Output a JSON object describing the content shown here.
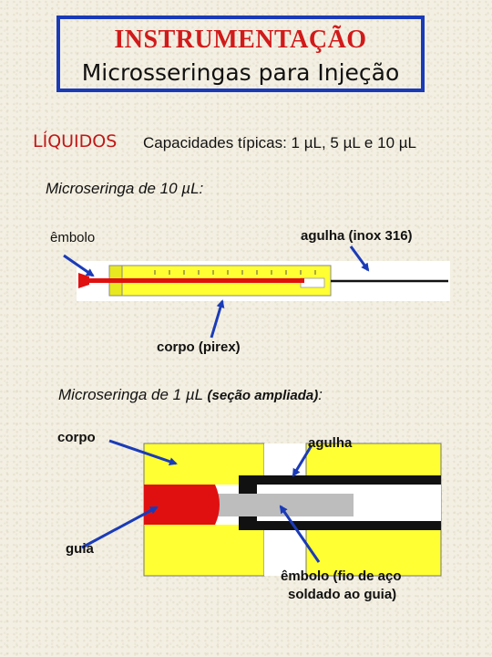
{
  "header": {
    "title": "INSTRUMENTAÇÃO",
    "subtitle": "Microsseringas para Injeção"
  },
  "liquids": {
    "heading": "LÍQUIDOS",
    "capacities": "Capacidades típicas: 1 µL, 5 µL e 10 µL"
  },
  "syringe10": {
    "heading": "Microseringa de 10 µL:",
    "labels": {
      "plunger": "êmbolo",
      "needle": "agulha (inox 316)",
      "body": "corpo (pirex)"
    }
  },
  "syringe1": {
    "heading": "Microseringa de 1 µL",
    "heading_note": "(seção ampliada)",
    "heading_colon": ":",
    "labels": {
      "body": "corpo",
      "needle": "agulha",
      "guide": "guia",
      "plunger_line1": "êmbolo (fio de aço",
      "plunger_line2": "soldado ao guia)"
    }
  },
  "colors": {
    "frame": "#1a3bb8",
    "title": "#d11a1a",
    "glass": "#ffff33",
    "plunger": "#e01010",
    "arrow": "#1a3bb8"
  }
}
